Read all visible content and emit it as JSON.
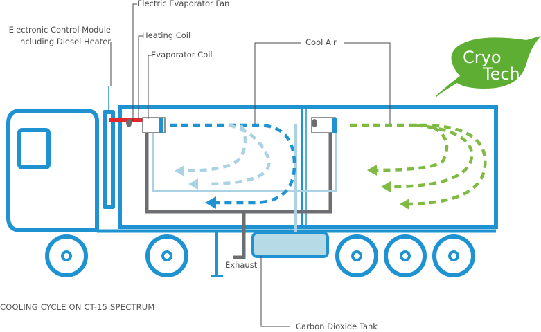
{
  "labels": {
    "evaporator_fan": "Electric Evaporator Fan",
    "control_module_line1": "Electronic Control Module",
    "control_module_line2": "including Diesel Heater",
    "heating_coil": "Heating Coil",
    "evaporator_coil": "Evaporator Coil",
    "cool_air": "Cool Air",
    "exhaust": "Exhaust",
    "co2_tank": "Carbon Dioxide Tank"
  },
  "caption": "COOLING CYCLE ON CT-15 SPECTRUM",
  "logo": {
    "line1": "Cryo",
    "line2": "Tech"
  },
  "colors": {
    "truck_blue": "#1f93d2",
    "coil_gray": "#6d6e71",
    "heating_red": "#e5262b",
    "air_dark_blue": "#1f93d2",
    "air_light_blue": "#a9d2e4",
    "cool_air_green": "#7fba42",
    "tank_fill": "#b7dbe6",
    "leaf_green": "#5fae34"
  },
  "icons": [
    "leaf-icon",
    "fan-icon"
  ]
}
